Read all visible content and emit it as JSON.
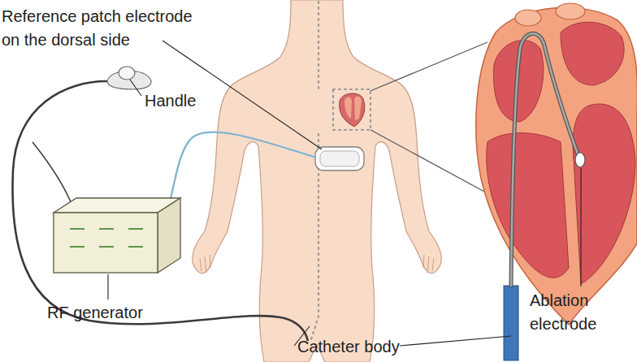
{
  "diagram": {
    "labels": [
      "Reference patch electrode on the dorsal side",
      "Handle",
      "RF generator",
      "Ablation electrode",
      "Catheter body"
    ]
  }
}
